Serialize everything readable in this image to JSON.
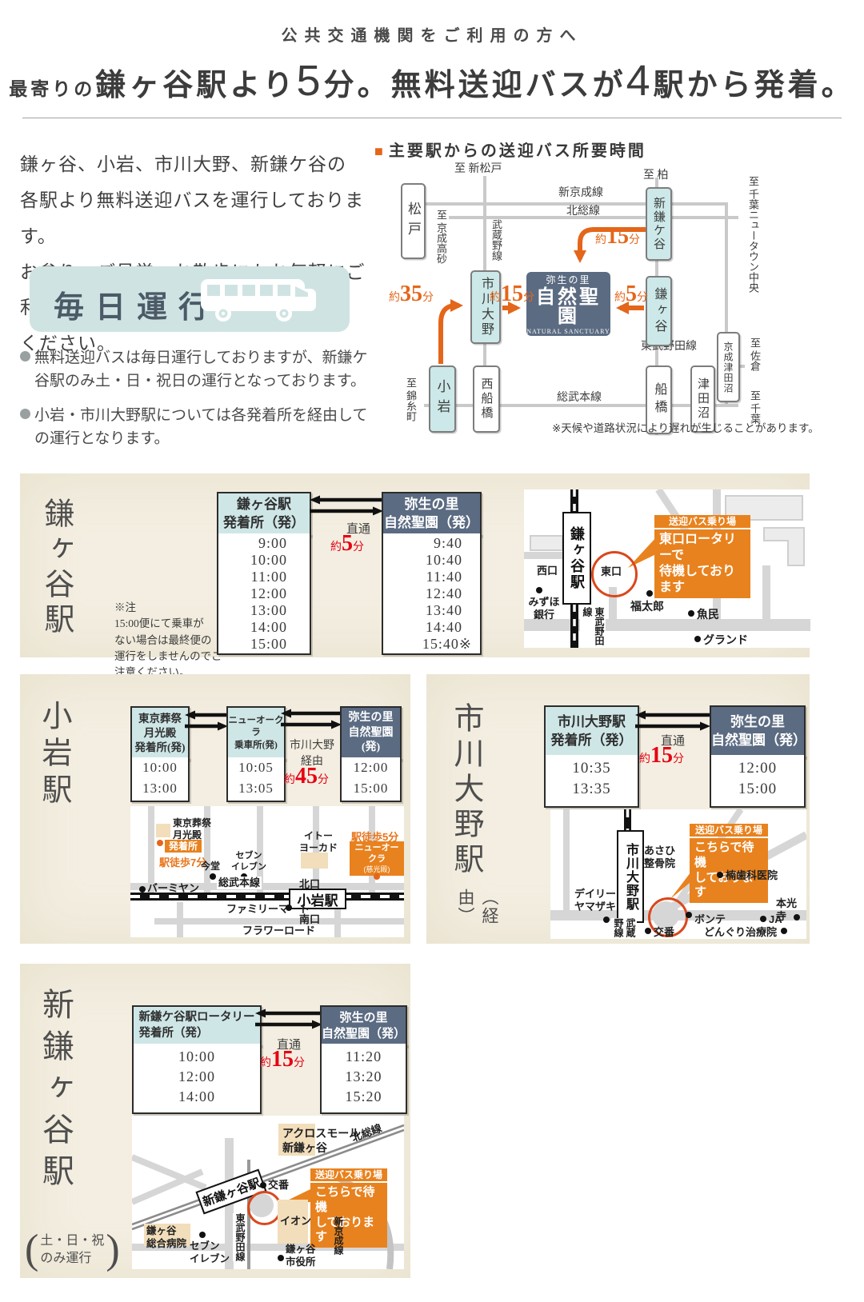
{
  "colors": {
    "accent_orange": "#e8821e",
    "arrow_orange": "#e4661a",
    "accent_red": "#e60012",
    "teal_header": "#cfe6e7",
    "slate_header": "#5b6b82",
    "panel_bg": "#f3eee1",
    "banner_bg": "#cfe4e2",
    "ring_red": "#d9481c"
  },
  "header": {
    "subtitle": "公共交通機関をご利用の方へ",
    "headline": {
      "p1": "最寄りの",
      "p2": "鎌ヶ谷駅より",
      "n1": "5",
      "p3": "分。",
      "p4": "無料送迎バスが",
      "n2": "4",
      "p5": "駅から発着。"
    }
  },
  "intro": {
    "paragraph": "鎌ヶ谷、小岩、市川大野、新鎌ケ谷の\n各駅より無料送迎バスを運行しております。\nお参り・ご見学、お散歩にもお気軽にご利用\nください。",
    "daily_banner": "毎日運行",
    "notes": [
      "無料送迎バスは毎日運行しておりますが、新鎌ケ谷駅のみ土・日・祝日の運行となっております。",
      "小岩・市川大野駅については各発着所を経由しての運行となります。"
    ]
  },
  "diagram": {
    "bullet": "■",
    "title": "主要駅からの送迎バス所要時間",
    "note": "※天候や道路状況により遅れが生じることがあります。",
    "destination": {
      "sub": "弥生の里",
      "name": "自然聖園",
      "en": "NATURAL SANCTUARY"
    },
    "stations": {
      "matsudo": "松戸",
      "ichikawaono": "市川大野",
      "shinkamagaya": "新鎌ケ谷",
      "kamagaya": "鎌ヶ谷",
      "koiwa": "小岩",
      "nishifunabashi": "西船橋",
      "funabashi": "船橋",
      "tsudanuma": "津田沼",
      "keisei_tsudanuma": "京成津田沼"
    },
    "lines": {
      "shinkeisei": "新京成線",
      "hokuso": "北総線",
      "musashino": "武蔵野線",
      "tobu_noda": "東武野田線",
      "sobu": "総武本線"
    },
    "directions": {
      "shimmatsudo": "至 新松戸",
      "kashiwa": "至 柏",
      "keisei_takasago": "至 京成高砂",
      "kinshicho": "至 錦糸町",
      "chiba_nt": "至 千葉ニュータウン中央",
      "sakura": "至 佐倉",
      "chiba": "至 千葉"
    },
    "durations": {
      "shinkamagaya": {
        "pre": "約",
        "num": "15",
        "suf": "分"
      },
      "ichikawaono": {
        "pre": "約",
        "num": "15",
        "suf": "分"
      },
      "kamagaya": {
        "pre": "約",
        "num": "5",
        "suf": "分"
      },
      "koiwa": {
        "pre": "約",
        "num": "35",
        "suf": "分"
      }
    }
  },
  "kamagaya": {
    "title": "鎌ヶ谷駅",
    "note": "※注\n15:00便にて乗車が\nない場合は最終便の\n運行をしませんのでご\n注意ください。",
    "dep": {
      "header": "鎌ヶ谷駅\n発着所（発）",
      "times": [
        "9:00",
        "10:00",
        "11:00",
        "12:00",
        "13:00",
        "14:00",
        "15:00"
      ]
    },
    "mid": {
      "label": "直通",
      "pre": "約",
      "num": "5",
      "suf": "分"
    },
    "arr": {
      "header": "弥生の里\n自然聖園（発）",
      "times": [
        "9:40",
        "10:40",
        "11:40",
        "12:40",
        "13:40",
        "14:40",
        "15:40※"
      ]
    },
    "map": {
      "station": "鎌ヶ谷駅",
      "west": "西口",
      "east": "東口",
      "bank": "みずほ\n銀行",
      "fukutaro": "福太郎",
      "uotami": "魚民",
      "grand": "グランド",
      "line": "東武野田線",
      "tag": "送迎バス乗り場",
      "callout": "東口ロータリーで\n待機しております"
    }
  },
  "koiwa": {
    "title": "小岩駅",
    "col1": {
      "header": "東京葬祭\n月光殿\n発着所(発)",
      "times": [
        "10:00",
        "13:00"
      ]
    },
    "col2": {
      "header": "ニューオークラ\n乗車所(発)",
      "times": [
        "10:05",
        "13:05"
      ]
    },
    "col3": {
      "header": "弥生の里\n自然聖園\n(発)",
      "times": [
        "12:00",
        "15:00"
      ]
    },
    "mid": {
      "via": "市川大野\n経由",
      "pre": "約",
      "num": "45",
      "suf": "分"
    },
    "map": {
      "sosai": "東京葬祭\n月光殿",
      "stop": "発着所",
      "walk7": "駅徒歩7分",
      "imado": "今堂",
      "seven": "セブン\nイレブン",
      "itoyokado": "イトー\nヨーカドー",
      "walk5": "駅徒歩5分",
      "okura": "ニューオークラ",
      "jikoden": "(慈光殿)",
      "north": "北口",
      "station": "小岩駅",
      "line": "総武本線",
      "bamiyan": "バーミヤン",
      "familymart": "ファミリーマート",
      "south": "南口",
      "flower": "フラワーロード"
    }
  },
  "ichikawaono": {
    "title": "市川大野駅",
    "subtitle": "（経由）",
    "dep": {
      "header": "市川大野駅\n発着所（発）",
      "times": [
        "10:35",
        "13:35"
      ]
    },
    "mid": {
      "label": "直通",
      "pre": "約",
      "num": "15",
      "suf": "分"
    },
    "arr": {
      "header": "弥生の里\n自然聖園（発）",
      "times": [
        "12:00",
        "15:00"
      ]
    },
    "map": {
      "station": "市川大野駅",
      "asahi": "あさひ\n整骨院",
      "tag": "送迎バス乗り場",
      "callout": "こちらで待機\nしております",
      "kusunoki": "楠歯科医院",
      "daily": "デイリー\nヤマザキ",
      "bonte": "ボンテ",
      "ja": "JA",
      "honkoji": "本光寺",
      "line": "武蔵野線",
      "koban": "交番",
      "donguri": "どんぐり治療院"
    }
  },
  "shinkamagaya": {
    "title": "新鎌ヶ谷駅",
    "paren_open": "(",
    "subtitle1": "土・日・祝",
    "subtitle2": "のみ運行",
    "paren_close": ")",
    "dep": {
      "header": "新鎌ケ谷駅ロータリー\n発着所（発）",
      "times": [
        "10:00",
        "12:00",
        "14:00"
      ]
    },
    "mid": {
      "label": "直通",
      "pre": "約",
      "num": "15",
      "suf": "分"
    },
    "arr": {
      "header": "弥生の里\n自然聖園（発）",
      "times": [
        "11:20",
        "13:20",
        "15:20"
      ]
    },
    "map": {
      "across": "アクロスモール\n新鎌ヶ谷",
      "hokuso": "北総線",
      "station": "新鎌ヶ谷駅",
      "koban": "交番",
      "aeon": "イオン",
      "tag": "送迎バス乗り場",
      "callout": "こちらで待機\nしております",
      "hospital": "鎌ヶ谷\n総合病院",
      "seven": "セブン\nイレブン",
      "tobu": "東武野田線",
      "cityhall": "鎌ヶ谷\n市役所",
      "shinkeisei": "新京成線"
    }
  }
}
